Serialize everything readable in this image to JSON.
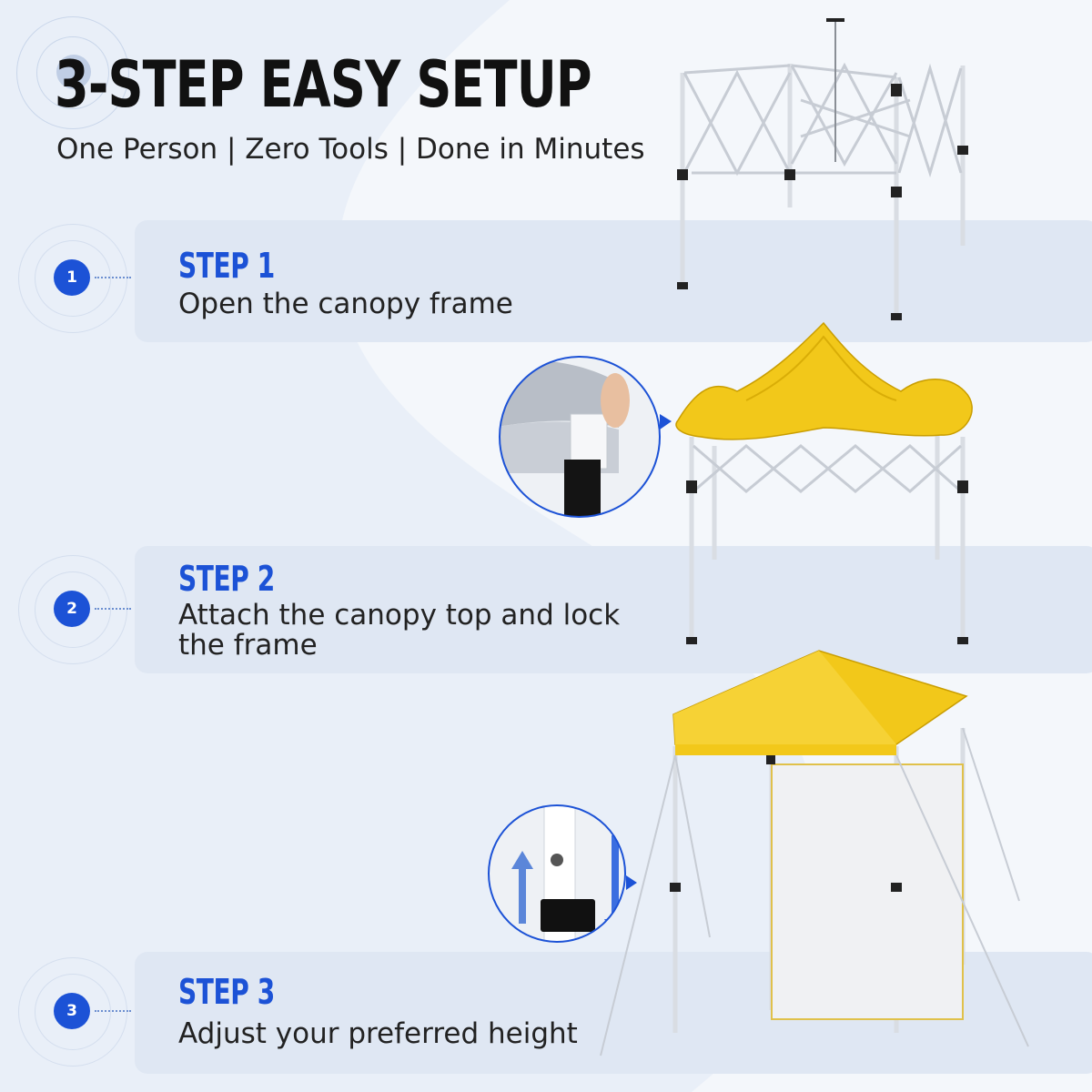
{
  "header": {
    "title": "3-STEP EASY SETUP",
    "subtitle": "One Person | Zero Tools | Done in Minutes"
  },
  "steps": [
    {
      "number": "1",
      "label": "STEP 1",
      "description": "Open the canopy frame"
    },
    {
      "number": "2",
      "label": "STEP 2",
      "description_line1": "Attach the canopy top and lock",
      "description_line2": "the frame"
    },
    {
      "number": "3",
      "label": "STEP 3",
      "description": "Adjust your preferred height"
    }
  ],
  "colors": {
    "accent_blue": "#1c52d6",
    "canopy_yellow": "#f2c81a",
    "panel_bg": "#dfe7f3"
  },
  "icons": [
    "frame-illustration",
    "canopy-partial-illustration",
    "canopy-complete-illustration",
    "velcro-detail-icon",
    "height-adjust-icon"
  ]
}
